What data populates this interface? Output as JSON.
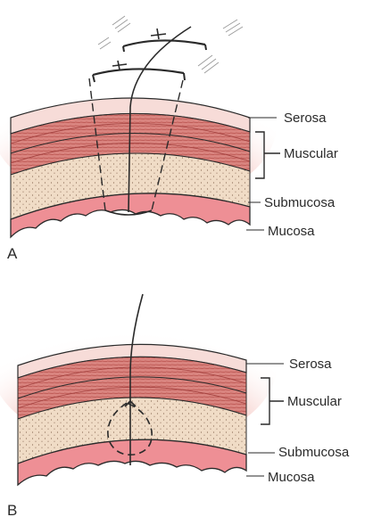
{
  "colors": {
    "pink_glow": "#f4c2bd",
    "serosa": "#f7dcd8",
    "muscular": "#d9847f",
    "muscle_line": "#a2403e",
    "submucosa": "#f0dcc6",
    "mucosa": "#ee8f95",
    "ink": "#2a2a2a"
  },
  "panel_a": {
    "letter": "A",
    "labels": {
      "serosa": "Serosa",
      "muscular": "Muscular",
      "submucosa": "Submucosa",
      "mucosa": "Mucosa"
    }
  },
  "panel_b": {
    "letter": "B",
    "labels": {
      "serosa": "Serosa",
      "muscular": "Muscular",
      "submucosa": "Submucosa",
      "mucosa": "Mucosa"
    }
  }
}
